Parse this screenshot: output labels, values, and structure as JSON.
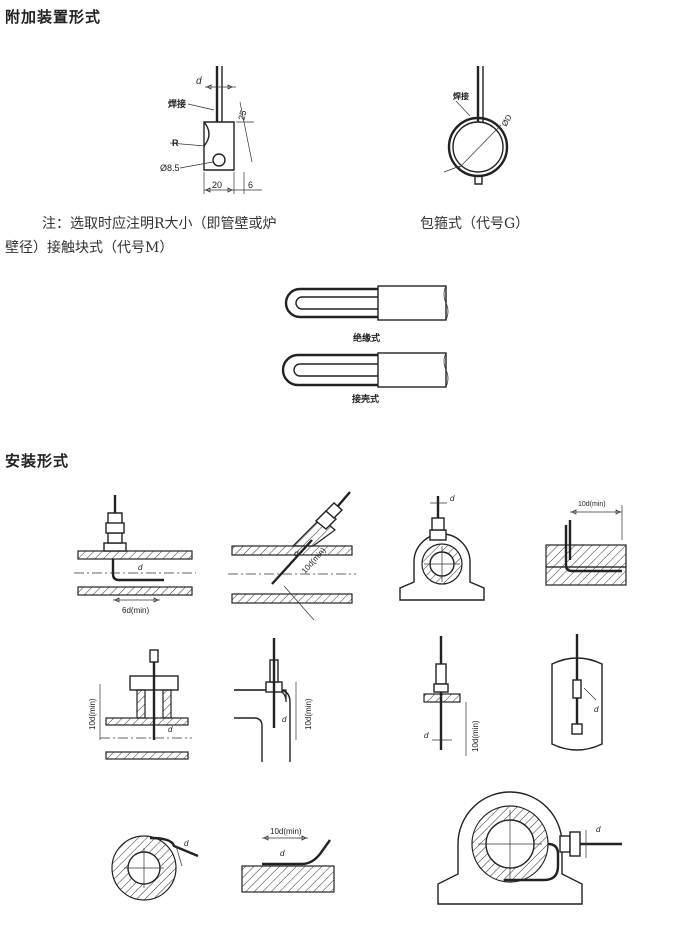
{
  "headings": {
    "attach": "附加装置形式",
    "install": "安装形式"
  },
  "block_labels": {
    "d": "d",
    "weld": "焊接",
    "r": "R",
    "dim25": "25",
    "hole": "Ø8.5",
    "dim20": "20",
    "dim6": "6"
  },
  "clamp_labels": {
    "weld": "焊接",
    "phi_d": "ØD"
  },
  "notes": {
    "block_line1": "注：选取时应注明R大小（即管壁或炉",
    "block_line2": "壁径）接触块式（代号M）",
    "clamp": "包箍式（代号G）"
  },
  "tip_labels": {
    "insulated": "绝缘式",
    "grounded": "接壳式"
  },
  "install_labels": {
    "d": "d",
    "six_d_min": "6d(min)",
    "ten_d_min": "10d(min)"
  }
}
